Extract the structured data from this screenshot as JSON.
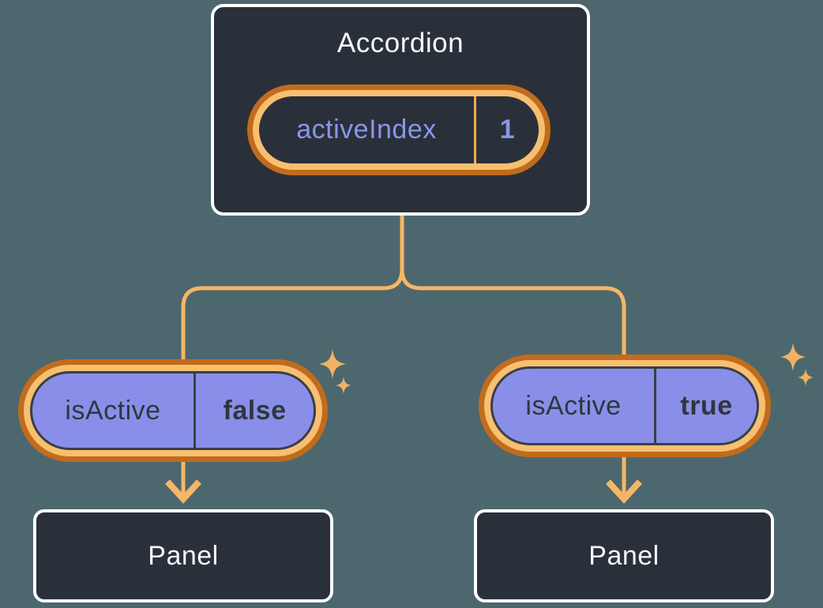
{
  "diagram_title": "Accordion lifting state up diagram",
  "colors": {
    "bg": "#4d676e",
    "node": "#2a303a",
    "nodeBorder": "#ffffff",
    "titleText": "#f4f6f9",
    "purple": "#898fe8",
    "purpleText": "#8a96e8",
    "darkText": "#31363e",
    "ringDark": "#c16c1d",
    "ringLight": "#f8bf70",
    "line": "#f5b765",
    "sparkle": "#f3b162",
    "coreOutline": "#3a3e48",
    "stateDivider": "#f0ab55"
  },
  "accordion": {
    "title": "Accordion",
    "state": {
      "label": "activeIndex",
      "value": "1"
    }
  },
  "panels": [
    {
      "prop": {
        "label": "isActive",
        "value": "false"
      },
      "title": "Panel"
    },
    {
      "prop": {
        "label": "isActive",
        "value": "true"
      },
      "title": "Panel"
    }
  ],
  "icons": {
    "sparkle": "sparkle-4-point-star"
  }
}
